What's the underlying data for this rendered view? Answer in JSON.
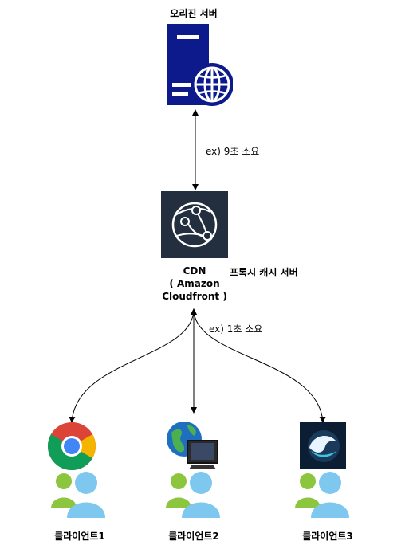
{
  "origin": {
    "label": "오리진 서버"
  },
  "edges": {
    "origin_cdn_label": "ex) 9초 소요",
    "cdn_clients_label": "ex) 1초 소요"
  },
  "cdn": {
    "line1": "CDN",
    "line2": "( Amazon",
    "line3": "Cloudfront )",
    "side_label": "프록시 캐시 서버"
  },
  "clients": [
    {
      "label": "클라이언트1",
      "icon": "chrome-icon"
    },
    {
      "label": "클라이언트2",
      "icon": "ie-globe-monitor-icon"
    },
    {
      "label": "클라이언트3",
      "icon": "whale-browser-icon"
    }
  ],
  "colors": {
    "server_blue": "#0d1a8c",
    "cdn_dark": "#232f3e",
    "user_green": "#8cc63f",
    "user_blue": "#7ec8f0"
  }
}
